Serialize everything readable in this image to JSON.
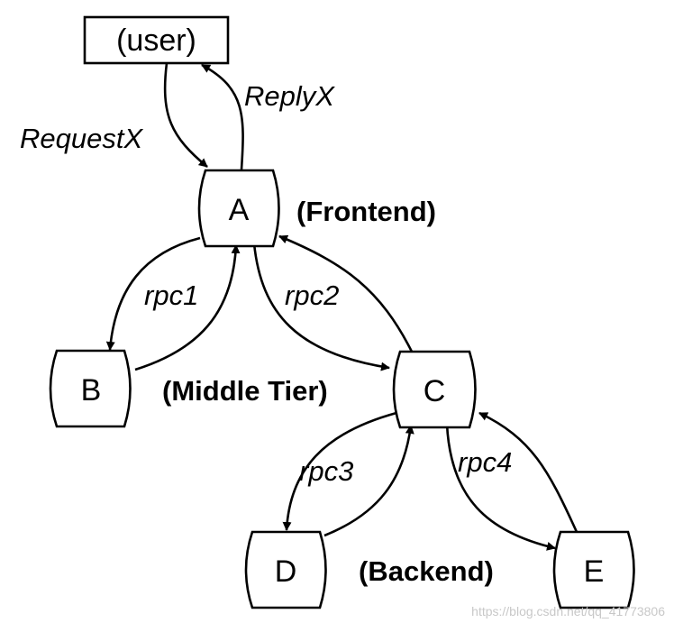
{
  "nodes": {
    "user": "(user)",
    "a": "A",
    "b": "B",
    "c": "C",
    "d": "D",
    "e": "E"
  },
  "edges": {
    "request": "RequestX",
    "reply": "ReplyX",
    "rpc1": "rpc1",
    "rpc2": "rpc2",
    "rpc3": "rpc3",
    "rpc4": "rpc4"
  },
  "tiers": {
    "frontend": "(Frontend)",
    "middle": "(Middle Tier)",
    "backend": "(Backend)"
  },
  "watermark": "https://blog.csdn.net/qq_41773806"
}
